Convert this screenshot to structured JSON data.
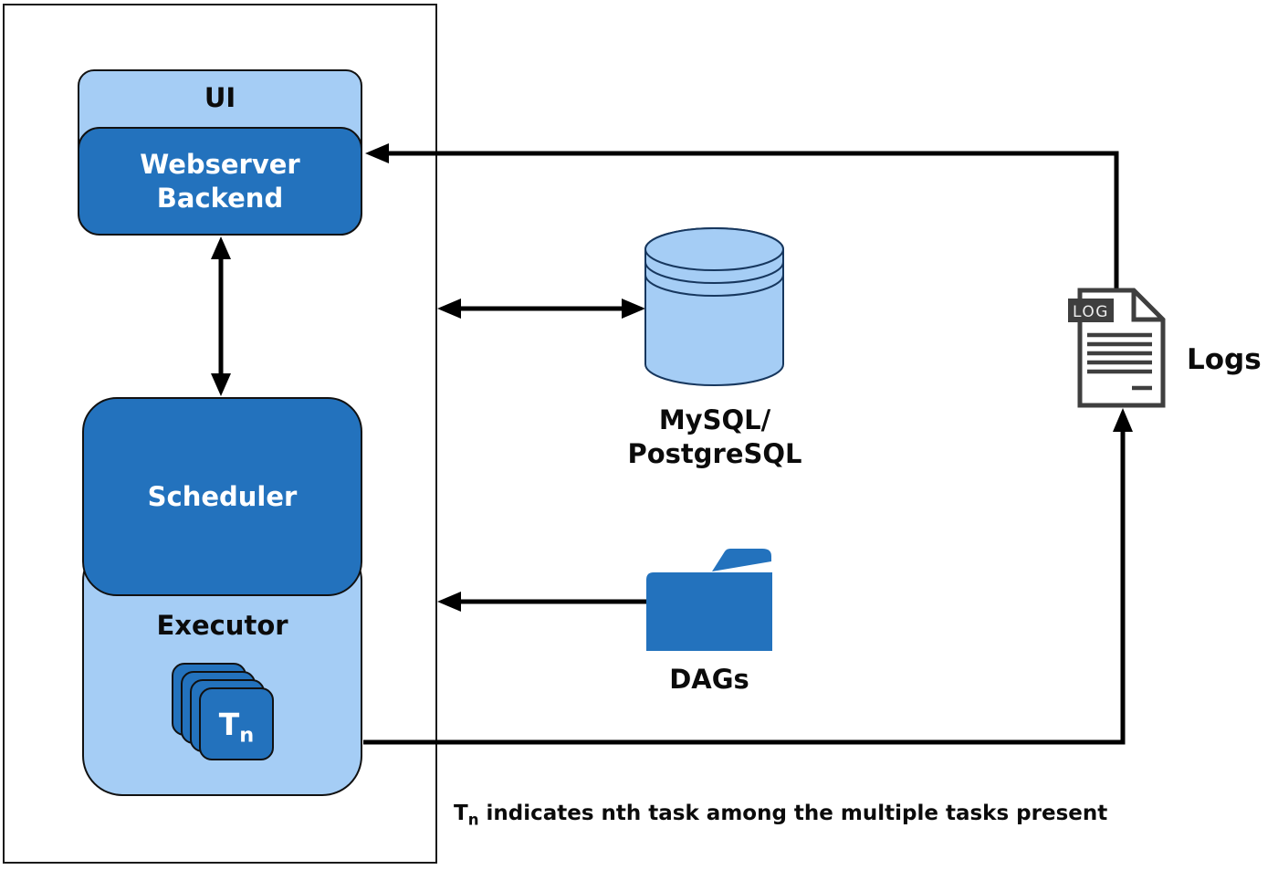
{
  "nodes": {
    "ui": {
      "label": "UI"
    },
    "webserver": {
      "line1": "Webserver",
      "line2": "Backend"
    },
    "scheduler": {
      "label": "Scheduler"
    },
    "executor": {
      "label": "Executor"
    },
    "task": {
      "main": "T",
      "sub": "n"
    },
    "database": {
      "line1": "MySQL/",
      "line2": "PostgreSQL"
    },
    "dags": {
      "label": "DAGs"
    },
    "logs": {
      "label": "Logs",
      "badge": "LOG"
    }
  },
  "footnote": {
    "main": "T",
    "sub": "n",
    "rest": " indicates nth task among the multiple tasks present"
  },
  "colors": {
    "light_blue": "#A5CDF5",
    "dark_blue": "#2372BD",
    "cylinder_outline": "#17375E",
    "icon_gray": "#3F3F3F",
    "arrow_black": "#000000",
    "panel_border": "#1A1A1A",
    "label_black": "#0B0B0B",
    "white": "#FFFFFF"
  }
}
